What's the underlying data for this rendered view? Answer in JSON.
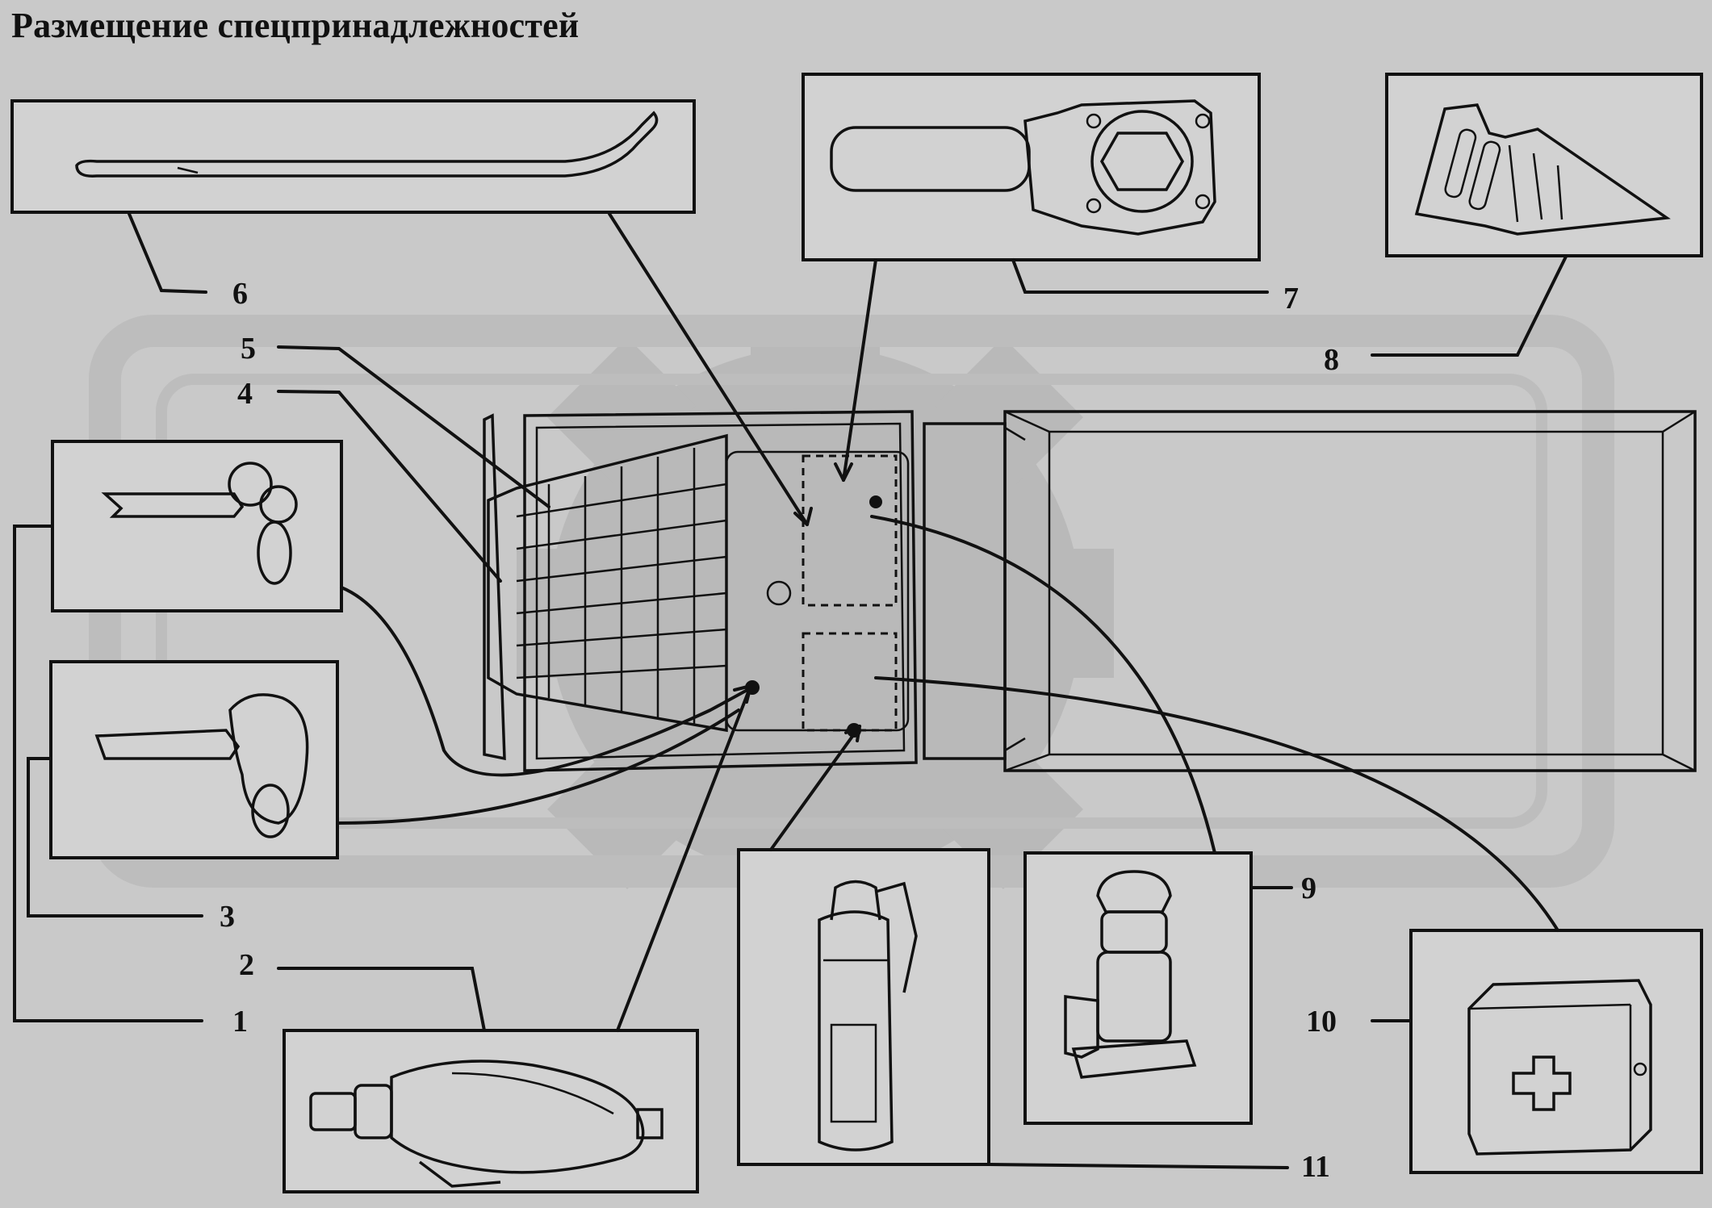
{
  "title": "Размещение спецпринадлежностей",
  "callouts": {
    "n1": "1",
    "n2": "2",
    "n3": "3",
    "n4": "4",
    "n5": "5",
    "n6": "6",
    "n7": "7",
    "n8": "8",
    "n9": "9",
    "n10": "10",
    "n11": "11"
  },
  "watermark_icon": "gear-watermark-icon"
}
